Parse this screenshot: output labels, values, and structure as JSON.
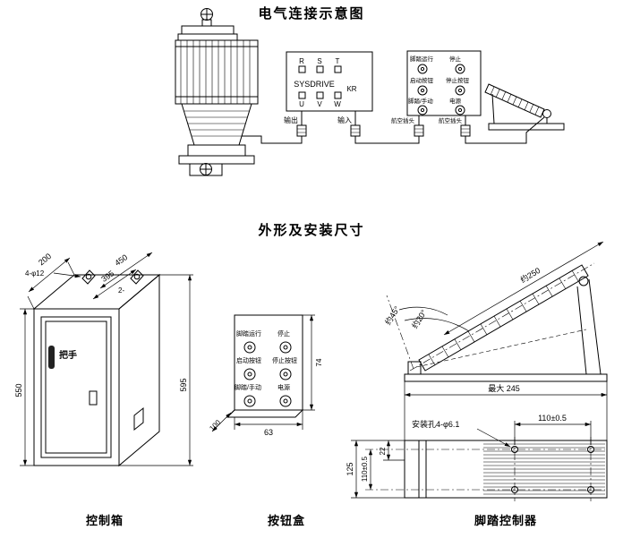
{
  "titles": {
    "electrical": "电气连接示意图",
    "outline": "外形及安装尺寸"
  },
  "captions": {
    "control_box": "控制箱",
    "button_box": "按钮盒",
    "pedal": "脚踏控制器"
  },
  "wiring": {
    "driver": {
      "brand": "SYSDRIVE",
      "model": "KR",
      "rst": [
        "R",
        "S",
        "T"
      ],
      "uvw": [
        "U",
        "V",
        "W"
      ],
      "output": "输出",
      "input": "输入"
    },
    "plug_left": "航空插头",
    "plug_right": "航空插头",
    "panel": {
      "r1a": "脚踏运行",
      "r1b": "停止",
      "r2a": "启动按钮",
      "r2b": "停止按钮",
      "r3a": "脚踏/手动",
      "r3b": "电源"
    }
  },
  "control_box": {
    "dim_200": "200",
    "holes": "4-φ12",
    "dim_width": "450",
    "dim_depth": "395",
    "lugs": "2-",
    "dim_height": "550",
    "dim_total": "595",
    "handle": "把手"
  },
  "button_box": {
    "r1a": "脚踏运行",
    "r1b": "停止",
    "r2a": "启动按钮",
    "r2b": "停止按钮",
    "r3a": "脚踏/手动",
    "r3b": "电源",
    "dim_width": "63",
    "dim_depth": "100",
    "dim_height": "74"
  },
  "pedal": {
    "dim_length": "约250",
    "angle_full": "约45°",
    "angle_rest": "约20°",
    "dim_max": "最大 245",
    "dim_span": "110±0.5",
    "mount_holes": "安装孔4-φ6.1",
    "dim_plan_height": "125",
    "dim_plan_span": "110±0.5",
    "dim_plan_offset": "22"
  }
}
